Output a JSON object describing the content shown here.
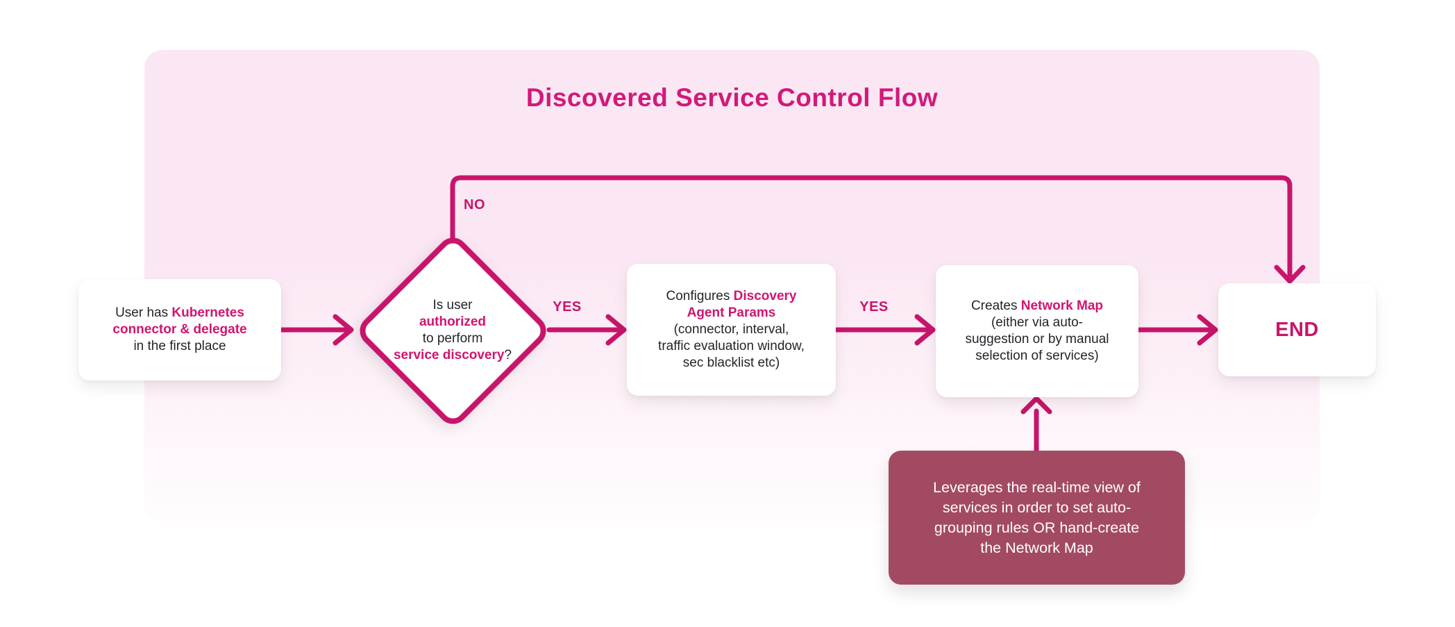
{
  "title": "Discovered Service Control Flow",
  "colors": {
    "accent": "#C7156B",
    "title": "#D2197A",
    "accent_text": "#D2146F",
    "container_top": "#FBE7F3",
    "container_bottom": "#FFFDFE",
    "node_bg": "#FFFFFF",
    "note_bg": "#A34A63",
    "note_text": "#FFFFFF",
    "text": "#212529"
  },
  "labels": {
    "no": "NO",
    "yes1": "YES",
    "yes2": "YES"
  },
  "nodes": {
    "start": {
      "line1_normal": "User has ",
      "line1_accent": "Kubernetes",
      "line2_accent": "connector & delegate",
      "line3": "in the first place"
    },
    "decision": {
      "line1": "Is user",
      "line2_accent": "authorized",
      "line3": "to perform",
      "line4_accent": "service discovery",
      "line4_suffix": "?"
    },
    "configure": {
      "line1_normal": "Configures ",
      "line1_accent": "Discovery",
      "line2_accent": "Agent Params",
      "line3": "(connector, interval,",
      "line4": "traffic evaluation window,",
      "line5": "sec blacklist etc)"
    },
    "create": {
      "line1_normal": "Creates ",
      "line1_accent": "Network Map",
      "line2": "(either via auto-",
      "line3": "suggestion or by manual",
      "line4": "selection of services)"
    },
    "end": {
      "label": "END"
    },
    "note": {
      "line1": "Leverages the real-time view of",
      "line2": "services in order to set auto-",
      "line3": "grouping rules OR hand-create",
      "line4": "the Network Map"
    }
  }
}
